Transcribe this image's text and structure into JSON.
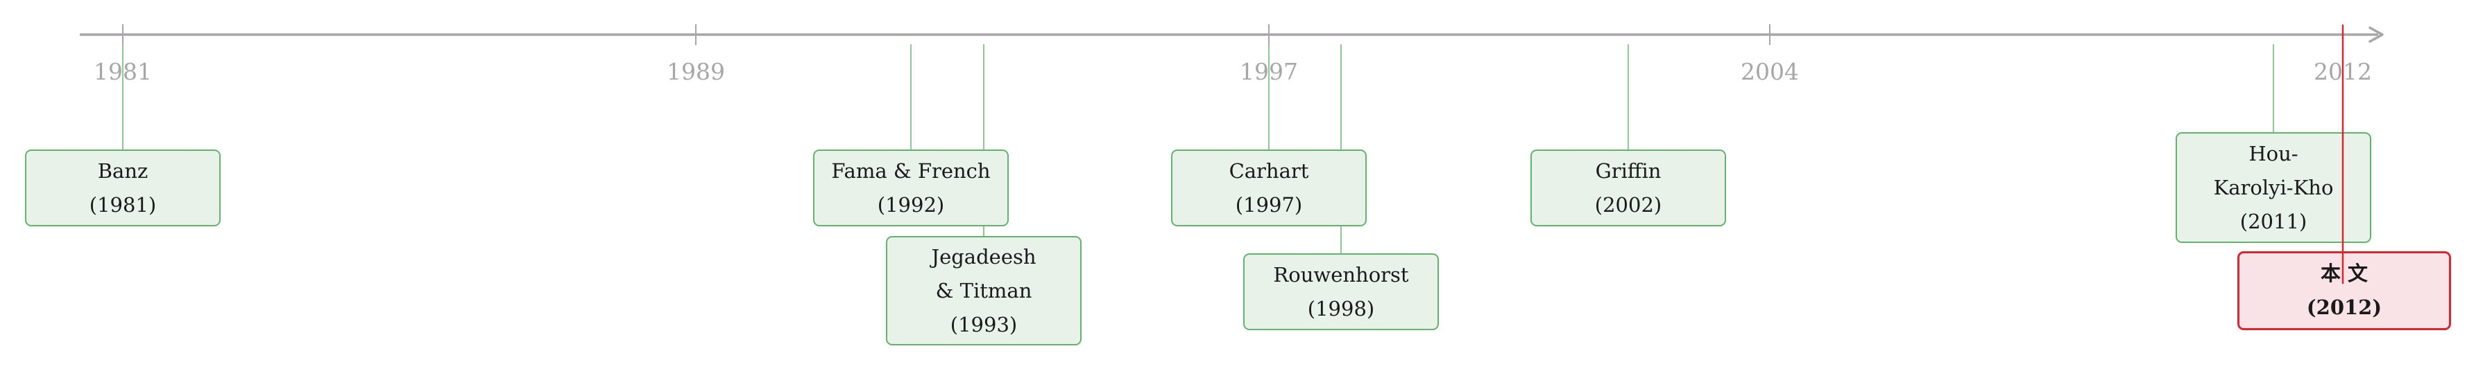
{
  "timeline": {
    "ticks": [
      "1981",
      "1989",
      "1997",
      "2004",
      "2012"
    ],
    "colors": {
      "axis": "#a6a6a6",
      "connector": "#8cc997",
      "box_fill": "#e8f2e9",
      "box_border": "#62b36e",
      "highlight_fill": "#f9e3e6",
      "highlight_border": "#d7262f"
    },
    "events": [
      {
        "id": "banz",
        "lines": [
          "Banz",
          "(1981)"
        ]
      },
      {
        "id": "fama-french",
        "lines": [
          "Fama & French",
          "(1992)"
        ]
      },
      {
        "id": "jegadeesh-titman",
        "lines": [
          "Jegadeesh",
          "& Titman",
          "(1993)"
        ]
      },
      {
        "id": "carhart",
        "lines": [
          "Carhart",
          "(1997)"
        ]
      },
      {
        "id": "rouwenhorst",
        "lines": [
          "Rouwenhorst",
          "(1998)"
        ]
      },
      {
        "id": "griffin",
        "lines": [
          "Griffin",
          "(2002)"
        ]
      },
      {
        "id": "hou-karolyi-kho",
        "lines": [
          "Hou-",
          "Karolyi-Kho",
          "(2011)"
        ]
      },
      {
        "id": "this-paper",
        "lines": [
          "本 文",
          "(2012)"
        ],
        "highlight": true
      }
    ]
  }
}
